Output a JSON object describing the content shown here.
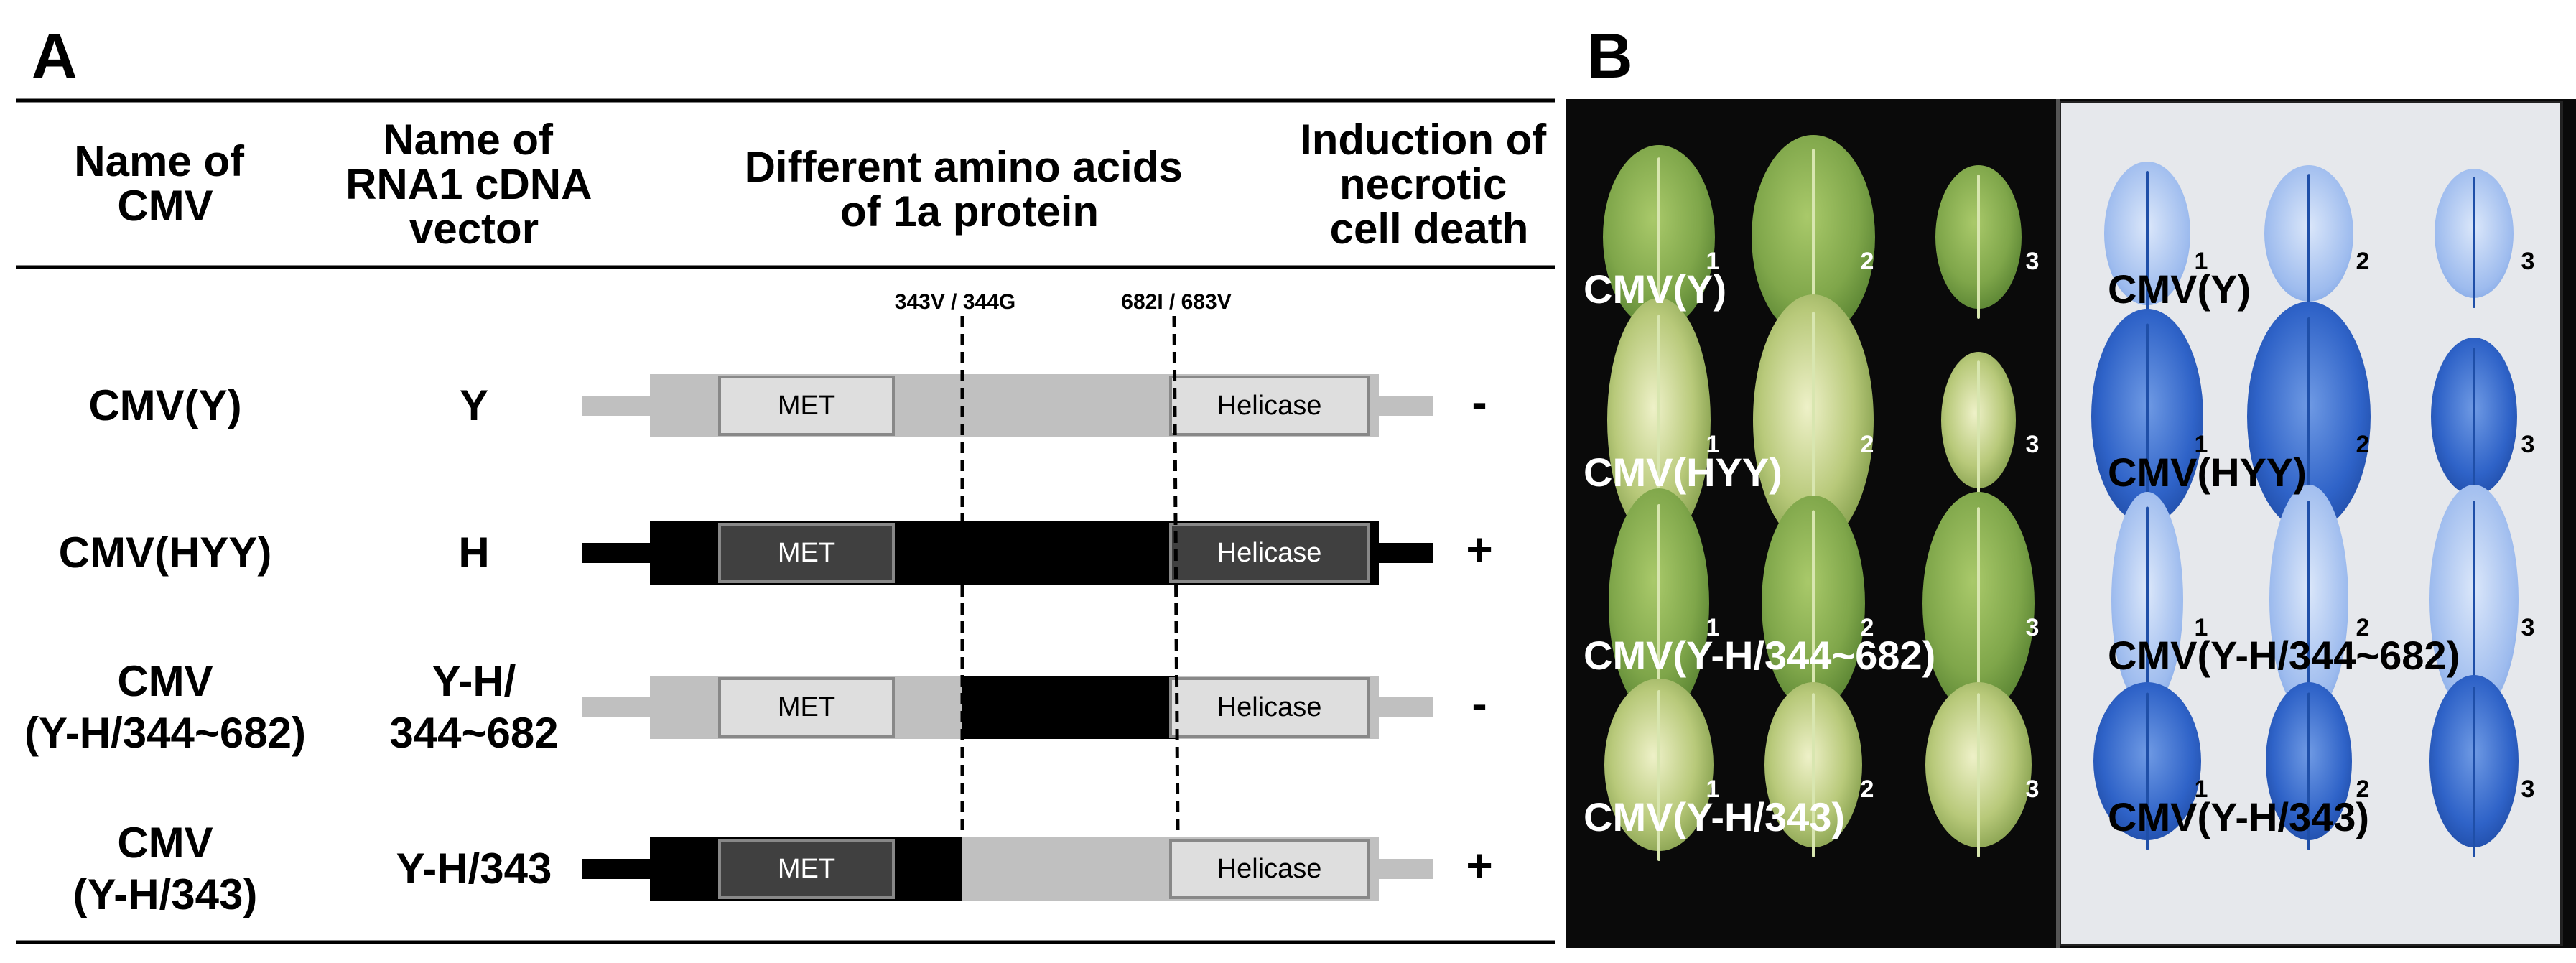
{
  "panel_a": {
    "letter": "A",
    "headers": {
      "name_of_cmv": [
        "Name of",
        "CMV"
      ],
      "rna1_vector": [
        "Name of",
        "RNA1 cDNA",
        "vector"
      ],
      "amino_acids": [
        "Different amino acids",
        "of 1a protein"
      ],
      "induction": [
        "Induction of",
        "necrotic",
        "cell death"
      ]
    },
    "sites": {
      "left": "343V / 344G",
      "right": "682I / 683V"
    },
    "domain_labels": {
      "met": "MET",
      "helicase": "Helicase"
    },
    "rows": [
      {
        "name": [
          "CMV(Y)"
        ],
        "vector": [
          "Y"
        ],
        "necrosis": "-",
        "segments": [
          "Y",
          "Y",
          "Y"
        ]
      },
      {
        "name": [
          "CMV(HYY)"
        ],
        "vector": [
          "H"
        ],
        "necrosis": "+",
        "segments": [
          "H",
          "H",
          "H"
        ]
      },
      {
        "name": [
          "CMV",
          "(Y-H/344~682)"
        ],
        "vector": [
          "Y-H/",
          "344~682"
        ],
        "necrosis": "-",
        "segments": [
          "Y",
          "H",
          "Y"
        ]
      },
      {
        "name": [
          "CMV",
          "(Y-H/343)"
        ],
        "vector": [
          "Y-H/343"
        ],
        "necrosis": "+",
        "segments": [
          "H",
          "Y",
          "Y"
        ]
      }
    ],
    "colors": {
      "Y_body": "#c0c0c0",
      "Y_domain": "#dedede",
      "H_body": "#000000",
      "H_domain": "#404040"
    }
  },
  "panel_b": {
    "letter": "B",
    "leaf_numbers": [
      "1",
      "2",
      "3"
    ],
    "row_labels": [
      "CMV(Y)",
      "CMV(HYY)",
      "CMV(Y-H/344~682)",
      "CMV(Y-H/343)"
    ],
    "colors": {
      "photo_background": "#0a0a0a",
      "stain_background": "#e6e8ec",
      "leaf_green": "#7fa64a",
      "stain_blue": "#2f6bd0"
    }
  }
}
